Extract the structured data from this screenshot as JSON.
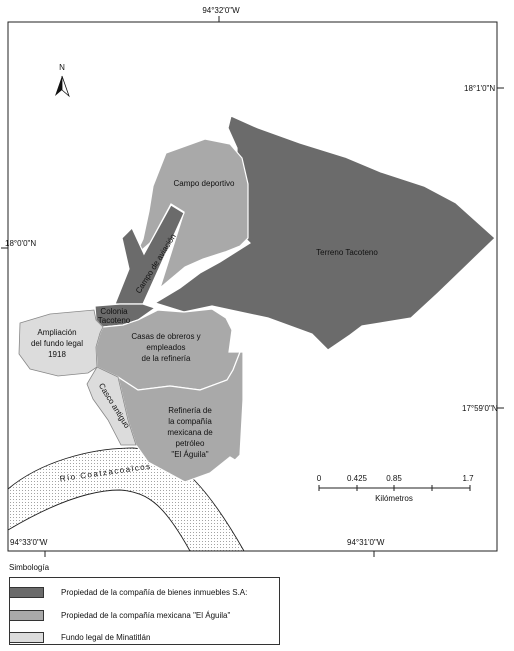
{
  "coordinates": {
    "top_lon": "94°32'0\"W",
    "right_lat_top": "18°1'0\"N",
    "left_lat": "18°0'0\"N",
    "right_lat_bottom": "17°59'0\"N",
    "bottom_lon_left": "94°33'0\"W",
    "bottom_lon_right": "94°31'0\"W"
  },
  "north_label": "N",
  "areas": {
    "campo_deportivo": "Campo deportivo",
    "campo_aviacion": "Campo de aviación",
    "terreno": "Terreno Tacoteno",
    "colonia_l1": "Colonia",
    "colonia_l2": "Tacoteno",
    "ampliacion_l1": "Ampliación",
    "ampliacion_l2": "del fundo legal",
    "ampliacion_l3": "1918",
    "casas_l1": "Casas de obreros y",
    "casas_l2": "empleados",
    "casas_l3": "de la refinería",
    "casco": "Casco antiguo",
    "refineria_l1": "Refinería de",
    "refineria_l2": "la compañía",
    "refineria_l3": "mexicana de",
    "refineria_l4": "petróleo",
    "refineria_l5": "\"El Águila\"",
    "rio": "Río Coatzacoalcos"
  },
  "scale": {
    "ticks": [
      "0",
      "0.425",
      "0.85",
      "1.7"
    ],
    "unit": "Kilómetros"
  },
  "legend": {
    "title": "Simbología",
    "items": [
      {
        "label": "Propiedad de la compañía de bienes inmuebles S.A:",
        "color": "#6b6b6b"
      },
      {
        "label": "Propiedad de la compañía mexicana \"El Águila\"",
        "color": "#a9a9a9"
      },
      {
        "label": "Fundo legal de Minatitlán",
        "color": "#dcdcdc"
      }
    ]
  },
  "colors": {
    "dark": "#6b6b6b",
    "medium": "#a9a9a9",
    "light": "#dcdcdc"
  }
}
